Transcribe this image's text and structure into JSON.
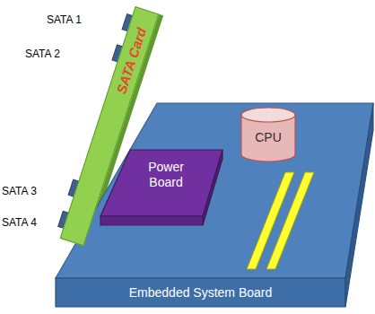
{
  "diagram": {
    "nodes": [
      {
        "text": [
          "SATA Card"
        ]
      },
      {
        "text": [
          "Embedded System Board"
        ]
      },
      {
        "text": [
          "CPU"
        ],
        "in": 1
      },
      {
        "text": [
          "Power Board"
        ],
        "in": 1
      }
    ],
    "labels": [
      "SATA 1",
      "SATA 2",
      "SATA 3",
      "SATA 4"
    ]
  }
}
